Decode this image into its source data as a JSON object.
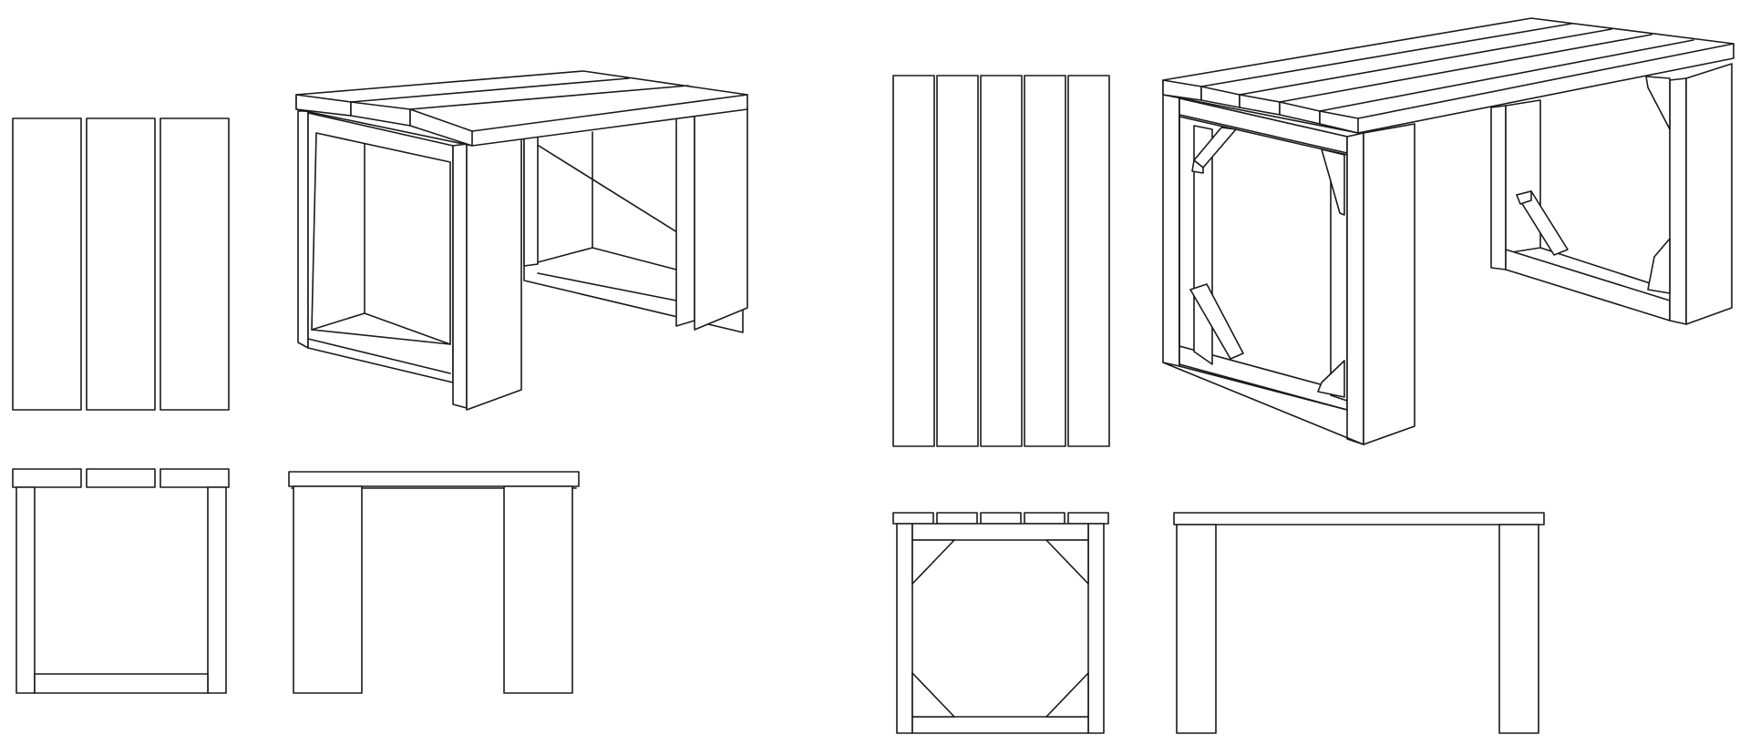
{
  "figure": {
    "colors": {
      "line": "#1a1a1a",
      "fill": "#ffffff",
      "background": "#ffffff"
    },
    "designs": [
      {
        "id": "bench-3-plank",
        "top_planks": 3,
        "corner_braces": false,
        "views": [
          "top-view",
          "isometric-view",
          "end-view",
          "side-view"
        ]
      },
      {
        "id": "table-5-plank",
        "top_planks": 5,
        "corner_braces": true,
        "views": [
          "top-view",
          "isometric-view",
          "end-view",
          "side-view"
        ]
      }
    ]
  }
}
